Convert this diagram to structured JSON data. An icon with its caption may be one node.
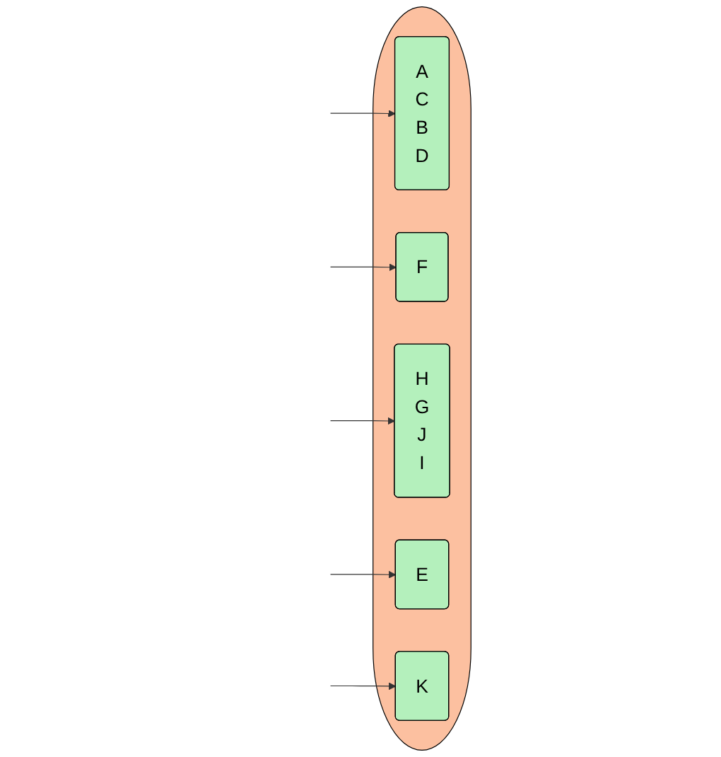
{
  "diagram": {
    "nodes": [
      {
        "text": [],
        "shape": "ellipse"
      },
      {
        "text": [
          "A",
          "C",
          "B",
          "D"
        ],
        "in": 0
      },
      {
        "text": [
          "F"
        ],
        "in": 0
      },
      {
        "text": [
          "H",
          "G",
          "J",
          "I"
        ],
        "in": 0
      },
      {
        "text": [
          "E"
        ],
        "in": 0
      },
      {
        "text": [
          "K"
        ],
        "in": 0
      }
    ],
    "edges": [
      {
        "from": null,
        "to": 1,
        "arrow": "to"
      },
      {
        "from": null,
        "to": 4,
        "arrow": "to"
      },
      {
        "from": null,
        "to": 2,
        "arrow": "to"
      },
      {
        "from": null,
        "to": 3,
        "arrow": "to"
      },
      {
        "from": null,
        "to": 5,
        "arrow": "to"
      }
    ]
  }
}
